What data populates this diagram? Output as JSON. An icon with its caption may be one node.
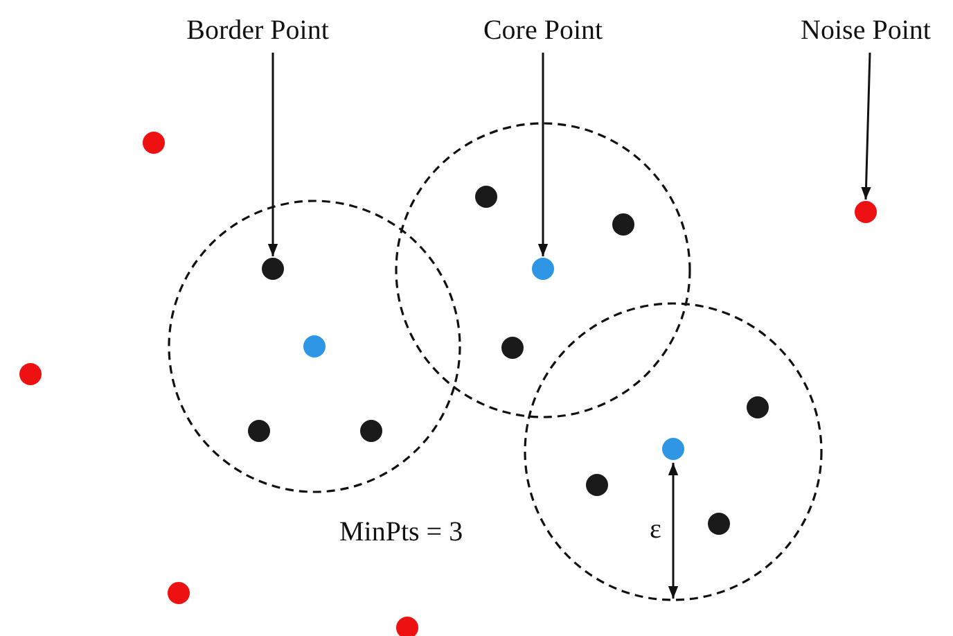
{
  "diagram": {
    "nodes": [
      {
        "text": [
          "Border Point"
        ]
      },
      {
        "text": [
          "Core Point"
        ]
      },
      {
        "text": [
          "Noise Point"
        ]
      },
      {
        "text": [],
        "shape": "circle"
      },
      {
        "text": [],
        "shape": "circle"
      },
      {
        "text": [],
        "shape": "circle"
      }
    ],
    "edges": [
      {
        "from": 0,
        "to": 3,
        "arrow": "to"
      },
      {
        "from": 1,
        "to": 4,
        "arrow": "to"
      },
      {
        "from": 2,
        "to": 5,
        "arrow": "to"
      }
    ],
    "labels": [
      "MinPts = 3",
      "ε"
    ]
  }
}
